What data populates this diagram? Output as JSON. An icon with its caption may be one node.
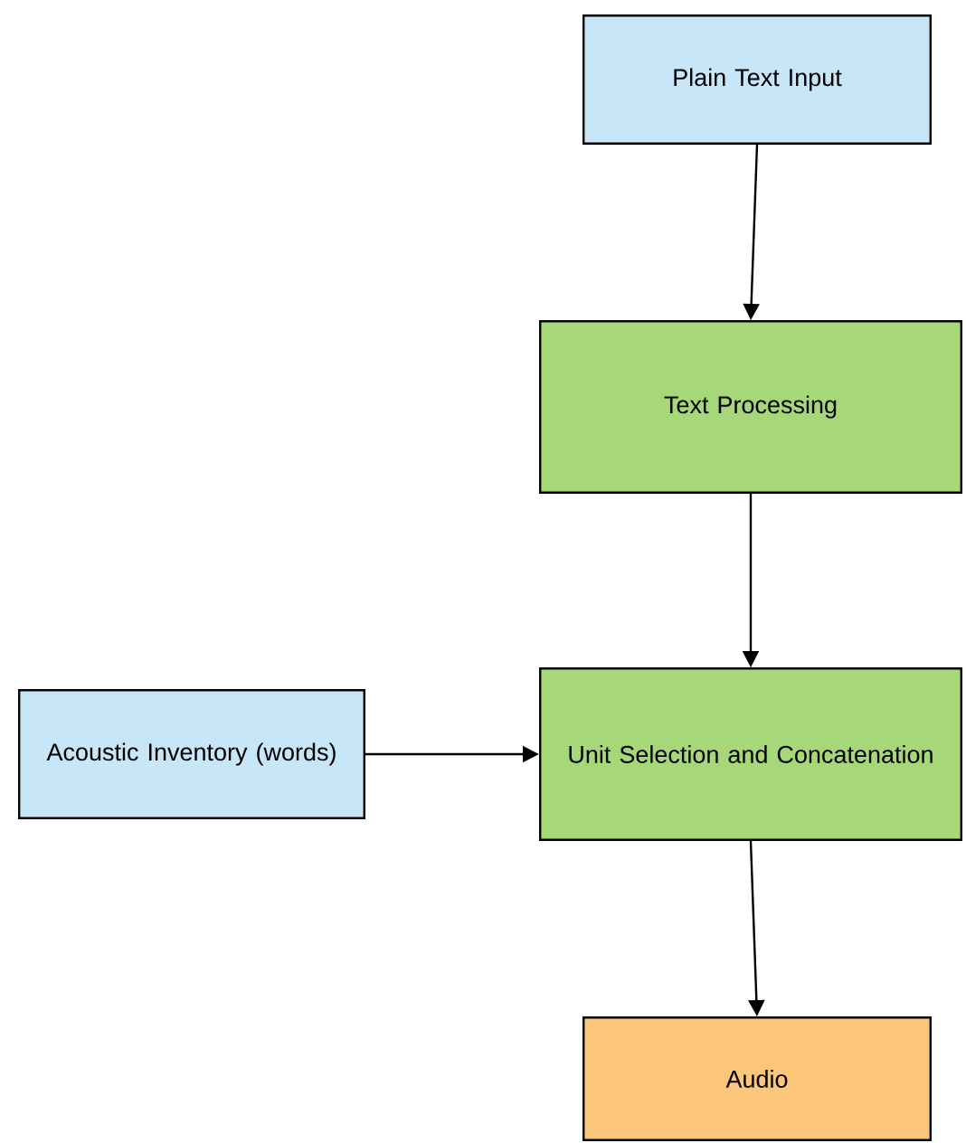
{
  "diagram": {
    "nodes": [
      {
        "text": [
          "Plain Text Input"
        ]
      },
      {
        "text": [
          "Text Processing"
        ]
      },
      {
        "text": [
          "Acoustic Inventory (words)"
        ]
      },
      {
        "text": [
          "Unit Selection and Concatenation"
        ]
      },
      {
        "text": [
          "Audio"
        ]
      }
    ],
    "edges": [
      {
        "from": 0,
        "to": 1,
        "arrow": "to"
      },
      {
        "from": 1,
        "to": 3,
        "arrow": "to"
      },
      {
        "from": 2,
        "to": 3,
        "arrow": "to"
      },
      {
        "from": 3,
        "to": 4,
        "arrow": "to"
      }
    ]
  }
}
